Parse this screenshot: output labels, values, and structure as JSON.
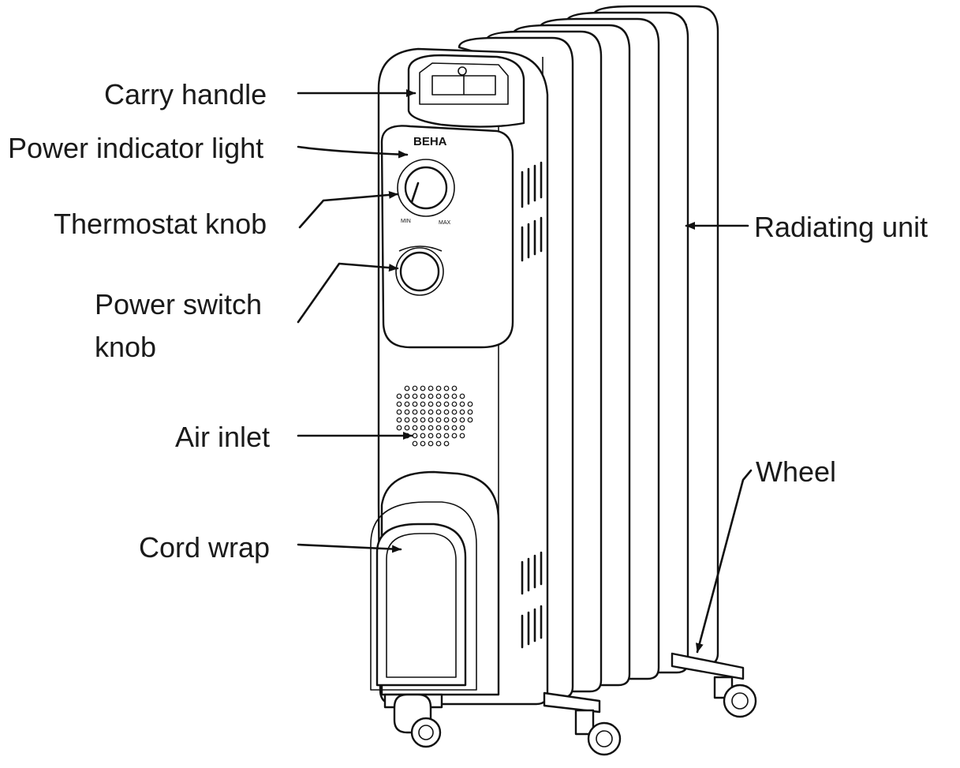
{
  "labels": {
    "carry_handle": "Carry handle",
    "power_indicator_light": "Power indicator light",
    "thermostat_knob": "Thermostat knob",
    "power_switch_knob_line1": "Power switch",
    "power_switch_knob_line2": "knob",
    "air_inlet": "Air inlet",
    "cord_wrap": "Cord wrap",
    "radiating_unit": "Radiating unit",
    "wheel": "Wheel"
  },
  "device": {
    "brand": "BEHA",
    "dial_min": "MIN",
    "dial_max": "MAX"
  },
  "colors": {
    "line": "#111111",
    "background": "#ffffff",
    "text": "#1a1a1a"
  }
}
